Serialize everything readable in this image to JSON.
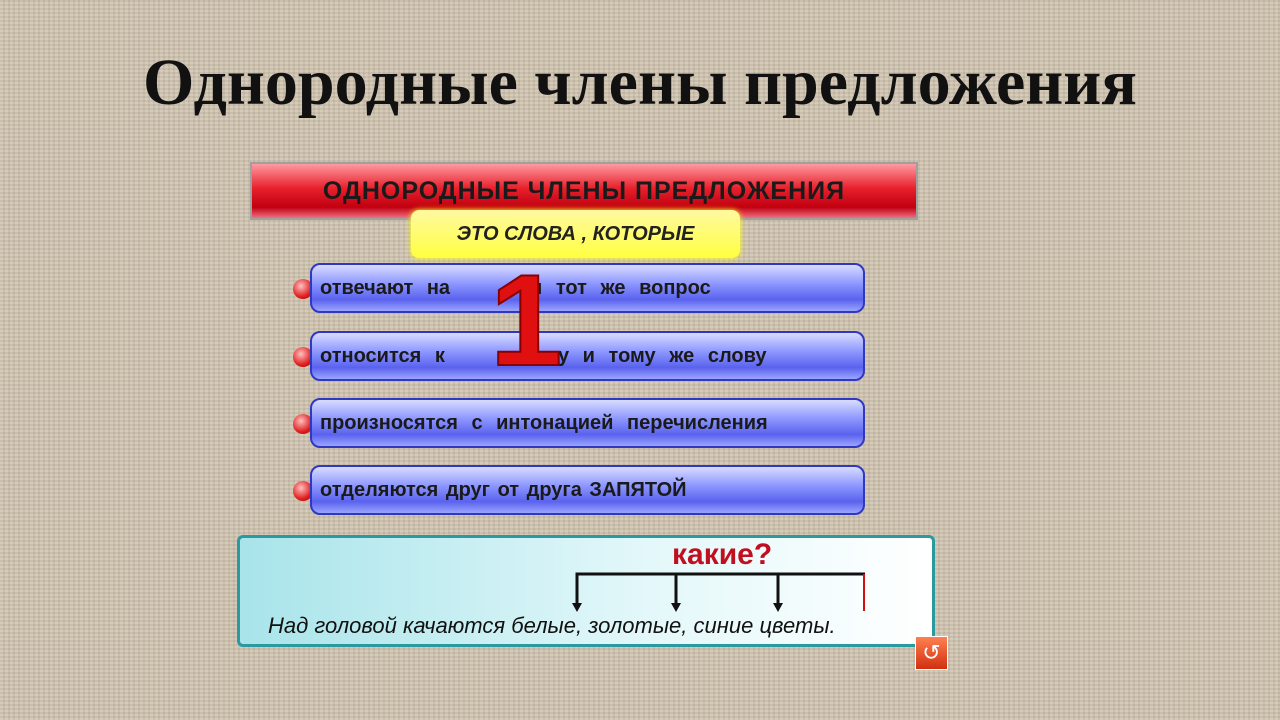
{
  "title": "Однородные члены предложения",
  "banner": "ОДНОРОДНЫЕ ЧЛЕНЫ ПРЕДЛОЖЕНИЯ",
  "subtitle": "ЭТО СЛОВА , КОТОРЫЕ",
  "big_number": "1",
  "items": [
    {
      "a": "отвечают на",
      "b": "и тот же вопрос"
    },
    {
      "a": "относится к",
      "b": "-ому и тому же слову"
    },
    {
      "a": "произносятся с интонацией перечисления",
      "b": ""
    },
    {
      "a": "отделяются друг от друга ЗАПЯТОЙ",
      "b": ""
    }
  ],
  "example": {
    "question": "какие?",
    "sentence": "Над головой качаются белые, золотые, синие цветы."
  },
  "return_icon": "↺"
}
